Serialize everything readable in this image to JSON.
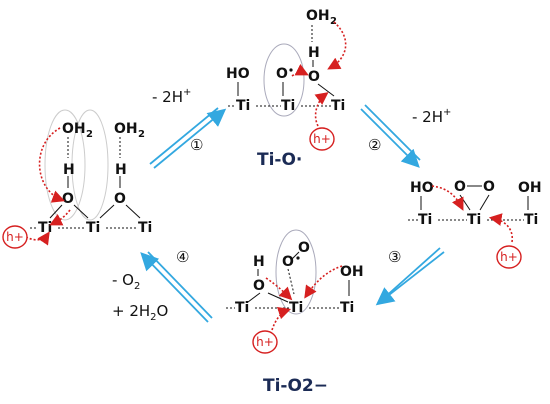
{
  "atoms": {
    "ti": "Ti",
    "o": "O",
    "h": "H",
    "oh2": "OH",
    "two": "2",
    "ho": "HO",
    "oh": "OH"
  },
  "hole": "h+",
  "steps": {
    "s1": "①",
    "s2": "②",
    "s3": "③",
    "s4": "④",
    "l1": "- 2H+",
    "l2": "- 2H+",
    "l4a": "- O2",
    "l4b": "+ 2H2O"
  },
  "intermediates": {
    "top": "Ti-O·",
    "bottom": "Ti-O2−"
  },
  "colors": {
    "arrow_blue": "#33a8e0",
    "hole_red": "#d62020",
    "ink": "#111111"
  }
}
